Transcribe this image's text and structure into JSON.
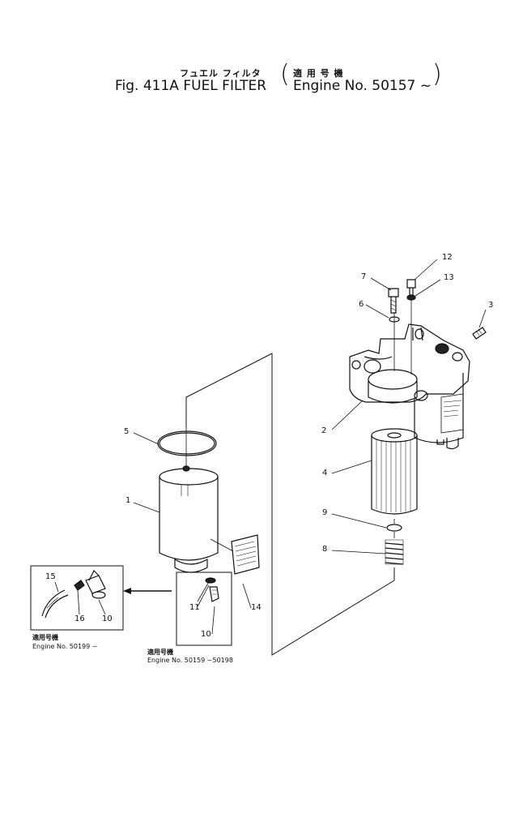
{
  "header": {
    "jp_title": "フュエル フィルタ",
    "en_title": "Fig. 411A  FUEL  FILTER",
    "jp_applic": "適 用 号 機",
    "engine_range": "Engine No. 50157 ~",
    "paren_open": "(",
    "paren_close": ")"
  },
  "callouts": [
    "1",
    "2",
    "3",
    "4",
    "5",
    "6",
    "7",
    "8",
    "9",
    "10",
    "10",
    "11",
    "12",
    "13",
    "14",
    "15",
    "16"
  ],
  "inset_left": {
    "jp_applic": "適用号機",
    "engine": "Engine No. 50199 ~"
  },
  "inset_center": {
    "jp_applic": "適用号機",
    "engine": "Engine No. 50159 ~50198"
  }
}
